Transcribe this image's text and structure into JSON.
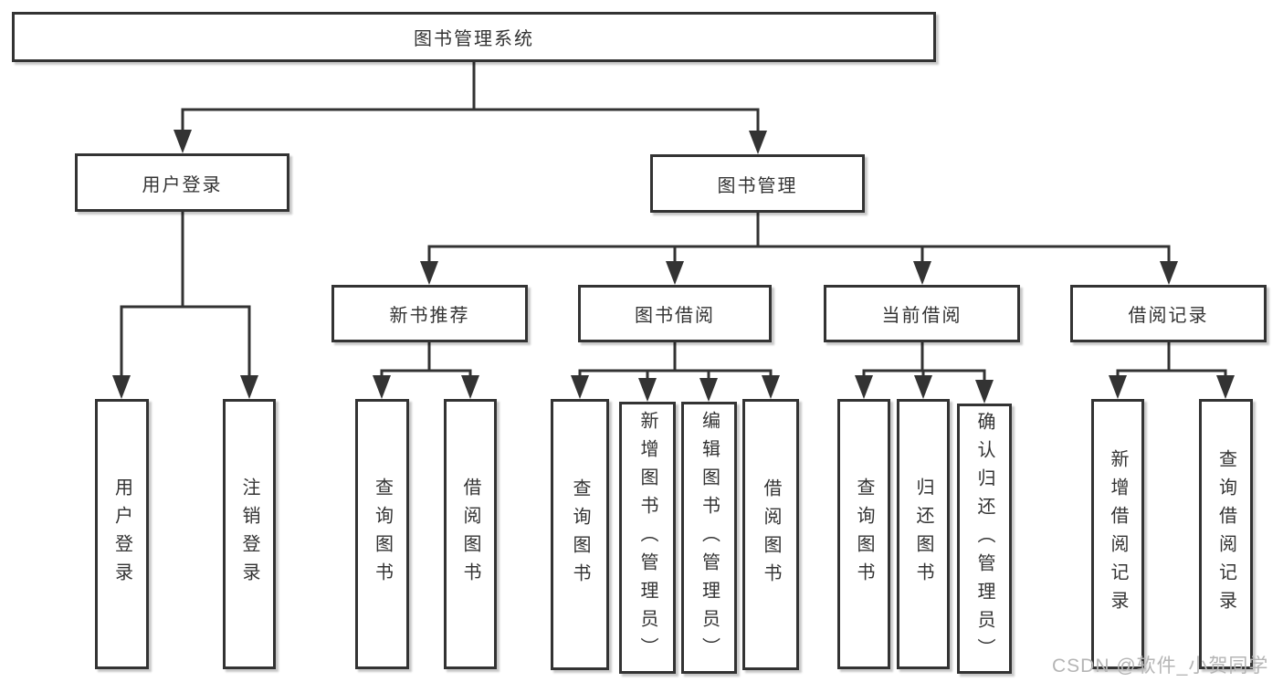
{
  "tree": {
    "root": {
      "label": "图书管理系统"
    },
    "branches": [
      {
        "label": "用户登录",
        "children": [
          {
            "label": "用户登录"
          },
          {
            "label": "注销登录"
          }
        ]
      },
      {
        "label": "图书管理",
        "children": [
          {
            "label": "新书推荐",
            "children": [
              {
                "label": "查询图书"
              },
              {
                "label": "借阅图书"
              }
            ]
          },
          {
            "label": "图书借阅",
            "children": [
              {
                "label": "查询图书"
              },
              {
                "label": "新增图书（管理员）"
              },
              {
                "label": "编辑图书（管理员）"
              },
              {
                "label": "借阅图书"
              }
            ]
          },
          {
            "label": "当前借阅",
            "children": [
              {
                "label": "查询图书"
              },
              {
                "label": "归还图书"
              },
              {
                "label": "确认归还（管理员）"
              }
            ]
          },
          {
            "label": "借阅记录",
            "children": [
              {
                "label": "新增借阅记录"
              },
              {
                "label": "查询借阅记录"
              }
            ]
          }
        ]
      }
    ]
  },
  "watermark": {
    "text": "CSDN @软件_小贺同学"
  },
  "colors": {
    "line": "#333333",
    "border": "#333333",
    "text": "#333333",
    "watermark": "#b5b5b5",
    "background": "#ffffff"
  }
}
